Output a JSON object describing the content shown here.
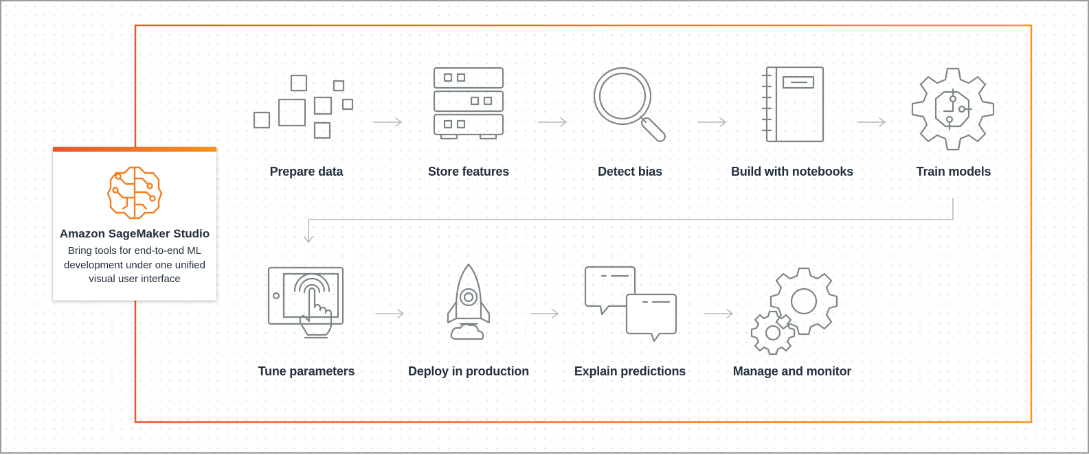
{
  "card": {
    "title": "Amazon SageMaker Studio",
    "description": "Bring tools for end-to-end ML development under one unified visual user interface",
    "icon": "sagemaker-brain-icon"
  },
  "steps": [
    {
      "label": "Prepare data",
      "icon": "data-blocks-icon"
    },
    {
      "label": "Store features",
      "icon": "server-stack-icon"
    },
    {
      "label": "Detect bias",
      "icon": "magnifier-icon"
    },
    {
      "label": "Build with notebooks",
      "icon": "notebook-icon"
    },
    {
      "label": "Train models",
      "icon": "gear-brain-icon"
    },
    {
      "label": "Tune parameters",
      "icon": "tablet-touch-icon"
    },
    {
      "label": "Deploy in production",
      "icon": "rocket-icon"
    },
    {
      "label": "Explain predictions",
      "icon": "chat-bubbles-icon"
    },
    {
      "label": "Manage and monitor",
      "icon": "gears-icon"
    }
  ],
  "colors": {
    "frame_start": "#e8552f",
    "frame_end": "#f7931a",
    "icon_stroke": "#7d8589",
    "arrow": "#b4bbbd",
    "text": "#232f3e"
  }
}
